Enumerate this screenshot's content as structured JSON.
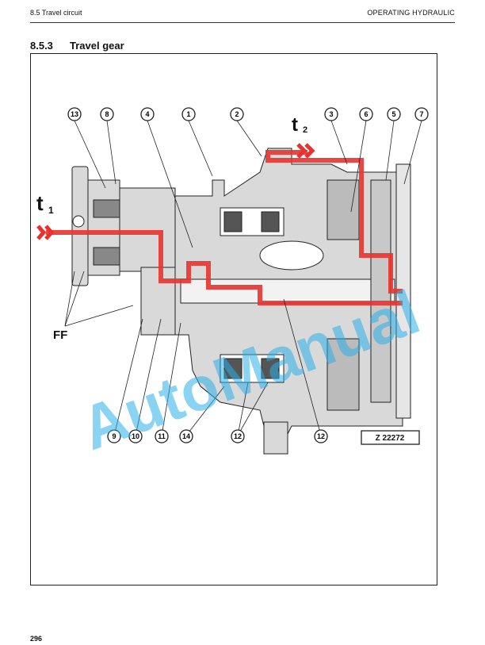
{
  "header": {
    "section": "8.5 Travel circuit",
    "chapter": "OPERATING HYDRAULIC"
  },
  "section_title": {
    "number": "8.5.3",
    "text": "Travel gear"
  },
  "figure": {
    "ref": "Z 22272",
    "flow_labels": {
      "t1": "t",
      "t1_sub": "1",
      "t2": "t",
      "t2_sub": "2",
      "ff": "FF"
    },
    "callouts": [
      "13",
      "8",
      "4",
      "1",
      "2",
      "3",
      "6",
      "5",
      "7",
      "9",
      "10",
      "11",
      "14",
      "12",
      "12"
    ],
    "colors": {
      "flow": "#e8322e",
      "watermark": "#29aee8",
      "line": "#222222"
    }
  },
  "watermark": "AutoManual",
  "page_number": "296"
}
